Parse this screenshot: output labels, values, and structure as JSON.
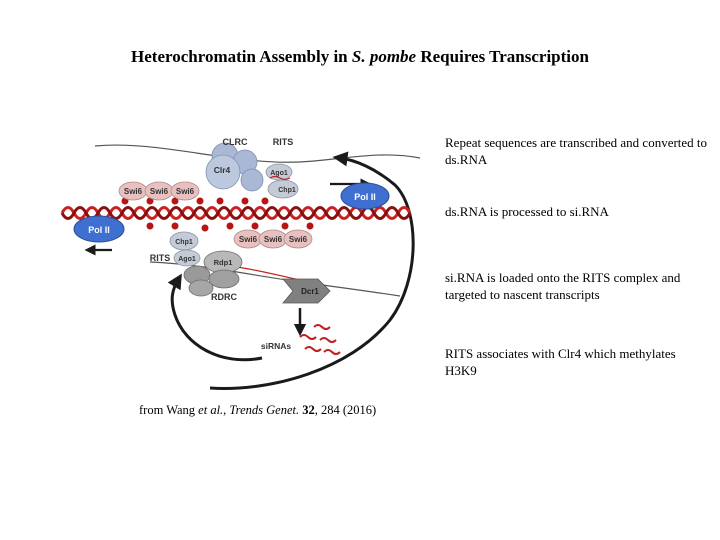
{
  "title": {
    "prefix": "Heterochromatin Assembly in ",
    "species": "S. pombe",
    "suffix": " Requires Transcription"
  },
  "notes": [
    "Repeat sequences are transcribed and converted to ds.RNA",
    "ds.RNA is processed to si.RNA",
    "si.RNA is loaded onto the RITS complex and targeted to nascent transcripts",
    "RITS associates with Clr4 which methylates H3K9"
  ],
  "citation": {
    "prefix": "from Wang ",
    "etal": "et al.",
    "sep": ", ",
    "journal": "Trends Genet.",
    "space": " ",
    "volume": "32",
    "rest": ", 284 (2016)"
  },
  "diagram": {
    "clrc": "CLRC",
    "rits_top": "RITS",
    "clr4": "Clr4",
    "ago1_top": "Ago1",
    "chp1_top": "Chp1",
    "swi6": "Swi6",
    "pol2_right": "Pol II",
    "pol2_left": "Pol II",
    "chp1_bottom": "Chp1",
    "rits_bottom": "RITS",
    "ago1_bottom": "Ago1",
    "rdp1": "Rdp1",
    "rdrc": "RDRC",
    "dcr1": "Dcr1",
    "sirnas": "siRNAs"
  },
  "colors": {
    "dna_strand": "#cc1f1f",
    "nucleosome_dot": "#b81414",
    "pol2": "#3e6fd1",
    "clrc_rits": "#a9b8d4",
    "swi6": "#e8c0c0",
    "rdrc": "#9a9a9a",
    "dcr1": "#808080",
    "sirna": "#c02020"
  }
}
